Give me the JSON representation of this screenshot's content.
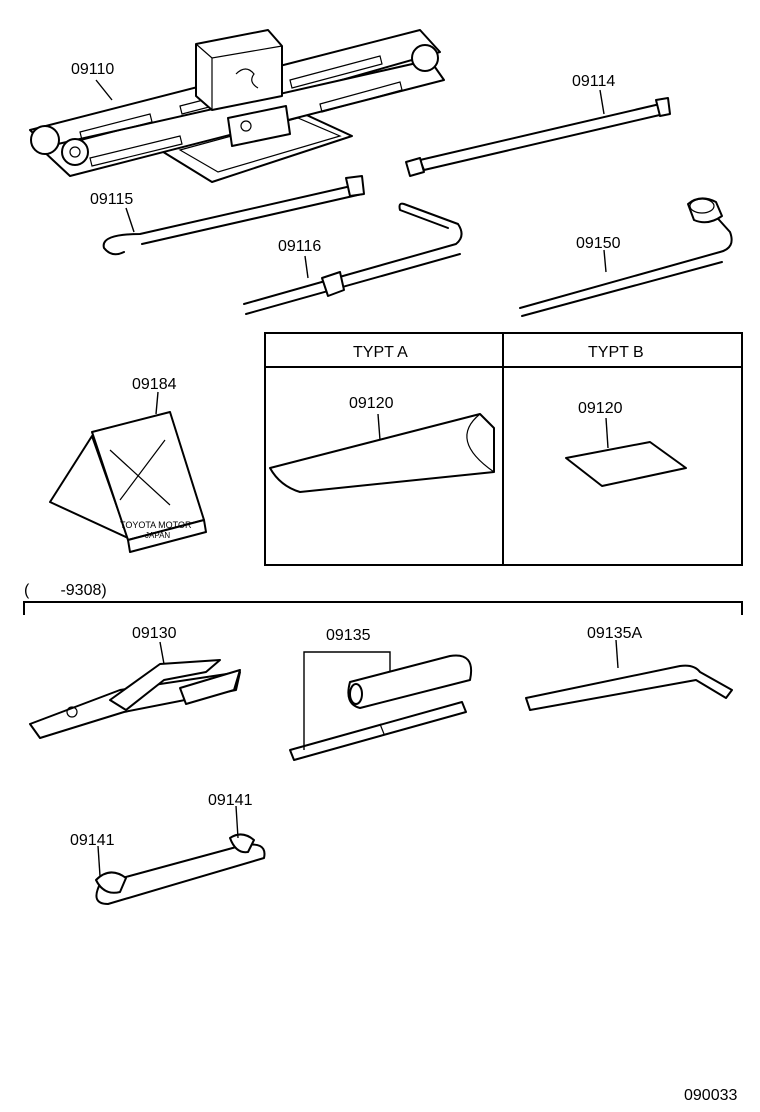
{
  "diagram_code": "090033",
  "range_note": "(       -9308)",
  "table": {
    "col_a_header": "TYPT  A",
    "col_b_header": "TYPT  B"
  },
  "stamp_text": [
    "TOYOTA MOTOR",
    "JAPAN"
  ],
  "labels": {
    "jack": "09110",
    "jack_handle_rod": "09114",
    "hook_rod": "09115",
    "extension_bar": "09116",
    "lug_wrench": "09150",
    "wheel_chock": "09184",
    "tool_bag_a": "09120",
    "tool_bag_b": "09120",
    "pliers": "09130",
    "screwdriver": "09135",
    "screwdriver_alt": "09135A",
    "wrench_upper": "09141",
    "wrench_lower": "09141"
  }
}
